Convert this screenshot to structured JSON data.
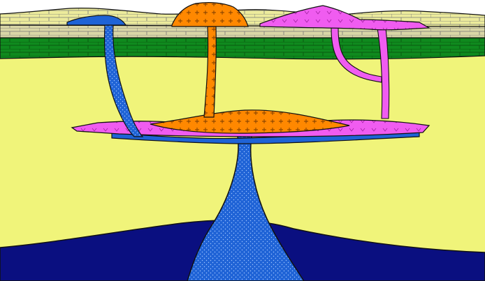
{
  "colors": {
    "background": "#ffffff",
    "host_rock": "#f0f47a",
    "mantle": "#0a0f80",
    "green_strata": "#0f8a1e",
    "green_brick_lines": "#0b5a10",
    "tan_strata": "#d9d6a6",
    "top_strata": "#eceb9c",
    "brick_lines": "#777777",
    "mafic_blue": "#1f63d6",
    "intermediate_orange": "#ff8800",
    "felsic_magenta": "#f05cf0",
    "outline": "#111111"
  },
  "layers": [
    {
      "name": "surface-strata",
      "pattern": "brick"
    },
    {
      "name": "middle-strata",
      "pattern": "brick"
    },
    {
      "name": "green-strata",
      "pattern": "brick"
    },
    {
      "name": "host-rock",
      "pattern": "plain"
    },
    {
      "name": "mantle",
      "pattern": "plain"
    }
  ],
  "intrusions": [
    {
      "name": "central-feeder-dike",
      "pattern": "dots"
    },
    {
      "name": "sill-chamber",
      "pattern": "chevrons"
    },
    {
      "name": "orange-laccolith-body",
      "pattern": "crosses"
    },
    {
      "name": "left-blue-conduit",
      "pattern": "dots"
    },
    {
      "name": "orange-central-conduit",
      "pattern": "crosses"
    },
    {
      "name": "right-magenta-conduits",
      "pattern": "chevrons"
    },
    {
      "name": "surface-volcanoes",
      "pattern": "mixed"
    }
  ]
}
